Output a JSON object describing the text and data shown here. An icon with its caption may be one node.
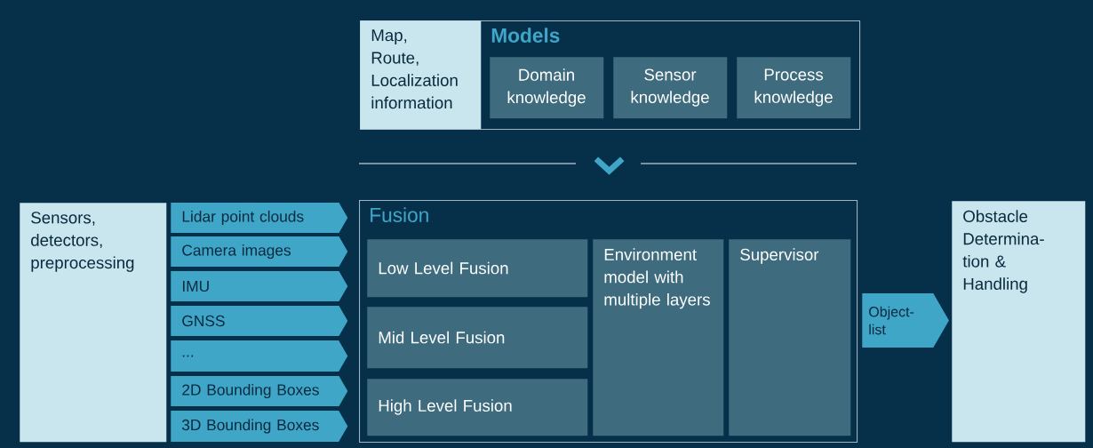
{
  "diagram": {
    "nodes": [
      {
        "text": [
          "Models"
        ]
      },
      {
        "text": [
          "Map, Route, Localization information"
        ],
        "in": 0
      },
      {
        "text": [
          "Domain knowledge"
        ],
        "in": 0
      },
      {
        "text": [
          "Sensor knowledge"
        ],
        "in": 0
      },
      {
        "text": [
          "Process knowledge"
        ],
        "in": 0
      },
      {
        "text": [
          "Sensors, detectors, preprocessing"
        ]
      },
      {
        "text": [
          "Lidar point clouds"
        ]
      },
      {
        "text": [
          "Camera images"
        ]
      },
      {
        "text": [
          "IMU"
        ]
      },
      {
        "text": [
          "GNSS"
        ]
      },
      {
        "text": [
          "..."
        ]
      },
      {
        "text": [
          "2D Bounding Boxes"
        ]
      },
      {
        "text": [
          "3D Bounding Boxes"
        ]
      },
      {
        "text": [
          "Fusion"
        ]
      },
      {
        "text": [
          "Low Level Fusion"
        ],
        "in": 13
      },
      {
        "text": [
          "Mid Level Fusion"
        ],
        "in": 13
      },
      {
        "text": [
          "High Level Fusion"
        ],
        "in": 13
      },
      {
        "text": [
          "Environment model with multiple layers"
        ],
        "in": 13
      },
      {
        "text": [
          "Supervisor"
        ],
        "in": 13
      },
      {
        "text": [
          "Object- list"
        ]
      },
      {
        "text": [
          "Obstacle Determina- tion & Handling"
        ]
      }
    ],
    "edges": [
      {
        "from": 0,
        "to": 13,
        "arrow": "to"
      }
    ]
  }
}
